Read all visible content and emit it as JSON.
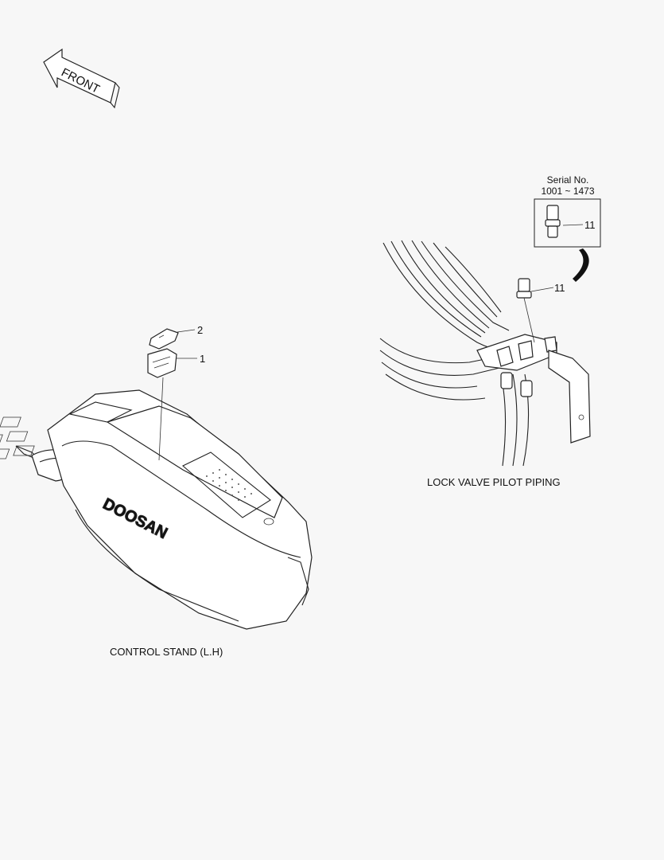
{
  "front_arrow": {
    "label": "FRONT"
  },
  "control_stand": {
    "caption": "CONTROL STAND (L.H)",
    "logo_text": "DOOSAN",
    "callouts": {
      "switch": "1",
      "knob": "2"
    }
  },
  "lock_valve": {
    "caption": "LOCK VALVE PILOT PIPING",
    "serial_title": "Serial No.",
    "serial_range": "1001 ~ 1473",
    "callouts": {
      "detail_sensor": "11",
      "installed_sensor": "11"
    }
  }
}
